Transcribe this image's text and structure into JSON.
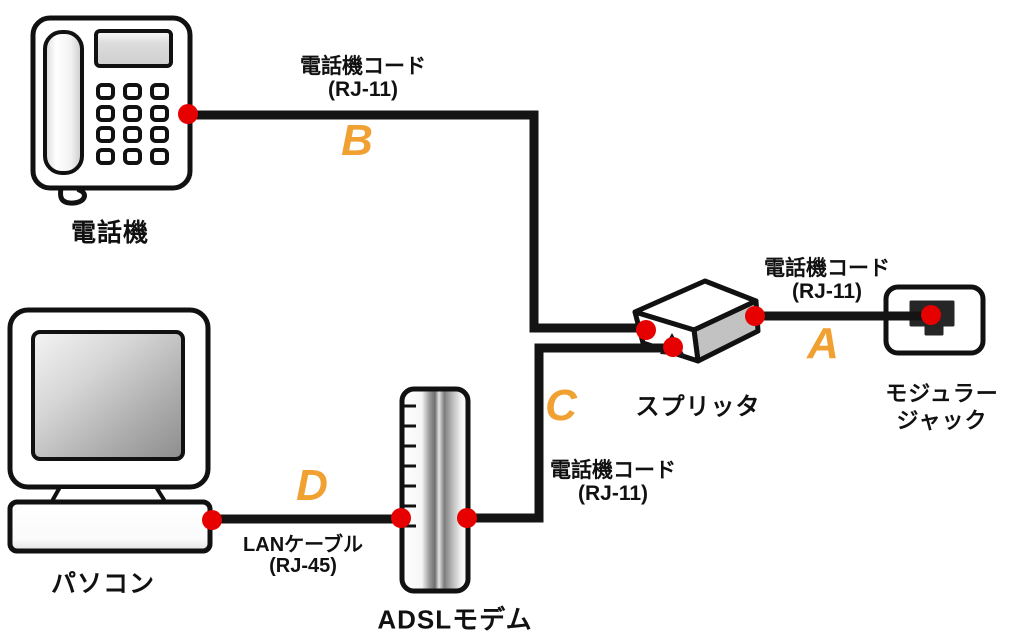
{
  "devices": {
    "phone": {
      "label": "電話機"
    },
    "pc": {
      "label": "パソコン"
    },
    "modem": {
      "label": "ADSLモデム"
    },
    "splitter": {
      "label": "スプリッタ"
    },
    "modular_jack": {
      "label_line1": "モジュラー",
      "label_line2": "ジャック"
    }
  },
  "cables": {
    "a": {
      "letter": "A",
      "name": "電話機コード",
      "connector": "(RJ-11)"
    },
    "b": {
      "letter": "B",
      "name": "電話機コード",
      "connector": "(RJ-11)"
    },
    "c": {
      "letter": "C",
      "name": "電話機コード",
      "connector": "(RJ-11)"
    },
    "d": {
      "letter": "D",
      "name": "LANケーブル",
      "connector": "(RJ-45)"
    }
  },
  "colors": {
    "cable": "#141414",
    "connector_dot": "#e60000",
    "cable_letter": "#f0a132"
  }
}
